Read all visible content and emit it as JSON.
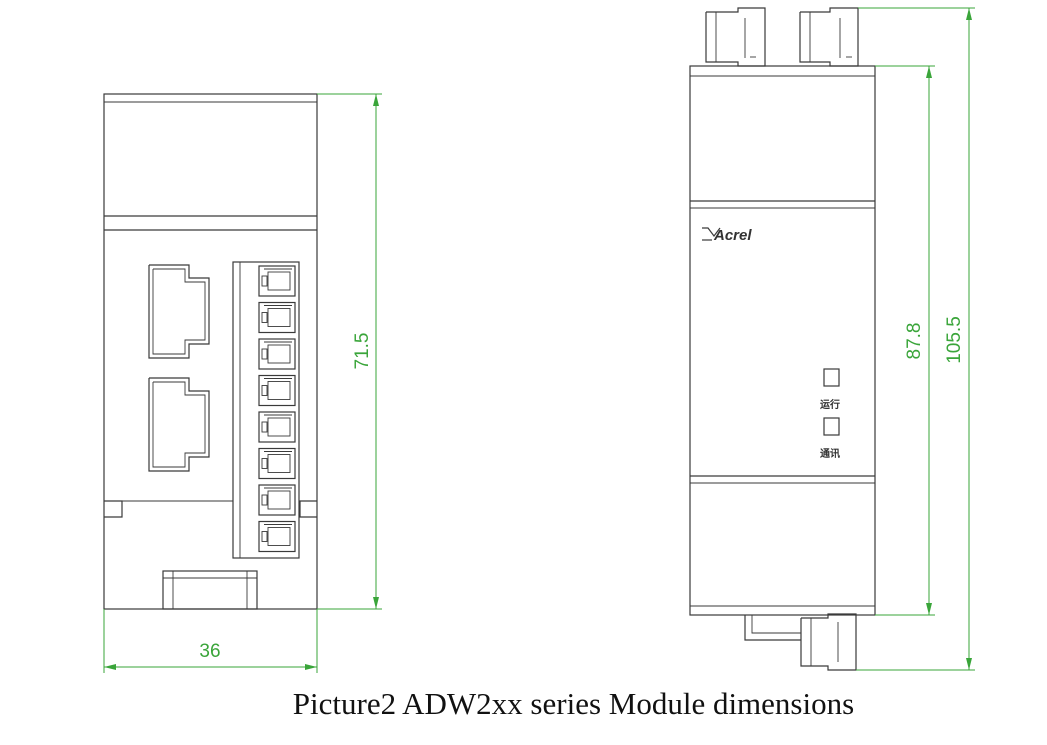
{
  "caption": "Picture2 ADW2xx series Module dimensions",
  "dimensions": {
    "front_width": "36",
    "front_height": "71.5",
    "side_body_height": "87.8",
    "side_total_height": "105.5"
  },
  "brand": "Acrel",
  "leds": [
    {
      "label": "运行"
    },
    {
      "label": "通讯"
    }
  ],
  "colors": {
    "outline": "#3a3a3a",
    "dimension": "#3aa53a"
  }
}
